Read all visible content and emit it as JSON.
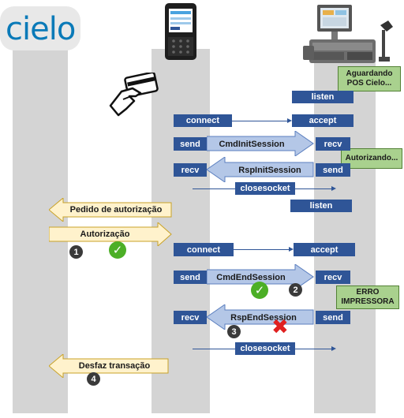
{
  "logo": {
    "text": "cielo"
  },
  "participants": {
    "left": {
      "name": "cielo"
    },
    "middle": {
      "name": "POS terminal"
    },
    "right": {
      "name": "PDV computer"
    }
  },
  "labels": {
    "listen_1": "listen",
    "connect_1": "connect",
    "accept_1": "accept",
    "send_1": "send",
    "recv_1": "recv",
    "recv_2": "recv",
    "send_2": "send",
    "listen_2": "listen",
    "connect_2": "connect",
    "accept_2": "accept",
    "send_3": "send",
    "recv_3": "recv",
    "recv_4": "recv",
    "send_4": "send"
  },
  "arrows": {
    "cmd_init": "CmdInitSession",
    "rsp_init": "RspInitSession",
    "closesocket_1": "closesocket",
    "pedido": "Pedido de autorização",
    "autorizacao": "Autorização",
    "cmd_end": "CmdEndSession",
    "rsp_end": "RspEndSession",
    "closesocket_2": "closesocket",
    "desfaz": "Desfaz transação"
  },
  "notes": {
    "aguardando": "Aguardando POS Cielo...",
    "autorizando": "Autorizando...",
    "erro": "ERRO IMPRESSORA"
  },
  "steps": [
    "1",
    "2",
    "3",
    "4"
  ],
  "colors": {
    "lane": "#d4d4d4",
    "label_blue": "#2f5597",
    "arrow_blue": "#b4c7e7",
    "arrow_yellow": "#fff2cc",
    "note_green": "#a9d18e",
    "check_green": "#4caf26",
    "x_red": "#e02020"
  }
}
